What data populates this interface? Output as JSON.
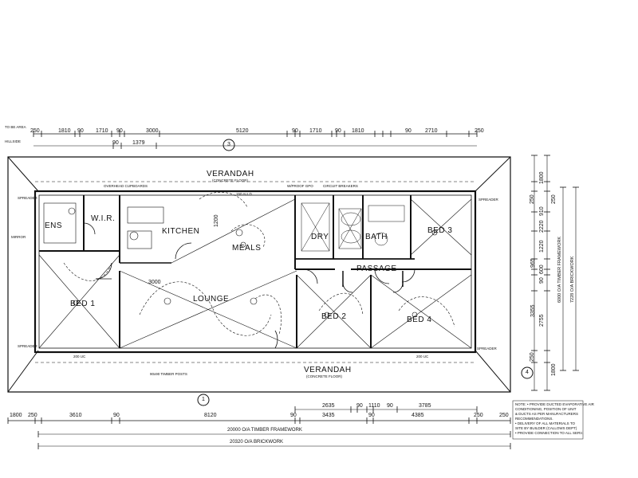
{
  "rooms": {
    "verandah_top": "VERANDAH",
    "verandah_top_sub": "(CONCRETE FLOOR)",
    "verandah_bottom": "VERANDAH",
    "verandah_bottom_sub": "(CONCRETE FLOOR)",
    "ens": "ENS",
    "wir": "W.I.R.",
    "kitchen": "KITCHEN",
    "meals": "MEALS",
    "dry": "DRY",
    "bath": "BATH",
    "bed3": "BED 3",
    "passage": "PASSAGE",
    "bed1": "BED 1",
    "lounge": "LOUNGE",
    "bed2": "BED 2",
    "bed4": "BED 4"
  },
  "top_dims": {
    "row1": [
      "250",
      "1810",
      "90",
      "1710",
      "90",
      "3000",
      "5120",
      "90",
      "1710",
      "90",
      "1810",
      "90",
      "2710",
      "250"
    ],
    "row2": [
      "90",
      "1379"
    ]
  },
  "bottom_dims": {
    "row1": [
      "2635",
      "90",
      "1110",
      "90",
      "3785"
    ],
    "row2": [
      "1800",
      "250",
      "3610",
      "90",
      "8120",
      "90",
      "3435",
      "90",
      "4385",
      "250",
      "250"
    ],
    "overall_timber": "20000 O/A TIMBER FRAMEWORK",
    "overall_brick": "20320 O/A BRICKWORK"
  },
  "right_dims": [
    "250",
    "1800",
    "250",
    "2220",
    "910",
    "1220",
    "965",
    "90",
    "600",
    "2755",
    "3355",
    "250",
    "1800"
  ],
  "right_overall": {
    "timber": "6000 O/A TIMBER FRAMEWORK",
    "brick": "7228 O/A BRICKWORK"
  },
  "left_labels": [
    "TO BE AREA",
    "HILLSIDE",
    "MIRROR"
  ],
  "annotations": {
    "spreader": "SPREADER",
    "circuit_breakers": "CIRCUIT BREAKERS",
    "timber_posts": "90x90 TIMBER POSTS",
    "cupboards": "OVERHEAD CUPBOARDS",
    "lounge_dim": "3000",
    "kitchen_dim": "1200",
    "beam_left": "200 UC",
    "beam_mid": "150 ALLD",
    "beam_right": "200 UC",
    "weatherproof": "W/PROOF GPO"
  },
  "grid": {
    "top": "3",
    "bottom": "1",
    "right": "4"
  },
  "notes": [
    "NOTE: • PROVIDE DUCTED EVAPORATIVE AIR",
    "CONDITIONING, POSITION OF UNIT",
    "& DUCTS AS PER MANUFACTURERS",
    "RECOMMENDATIONS.",
    "• DELIVERY OF ALL MATERIALS TO",
    "SITE BY BUILDER (CALLOWS DEPT)",
    "• PROVIDE CONNECTION TO ALL SERV."
  ]
}
